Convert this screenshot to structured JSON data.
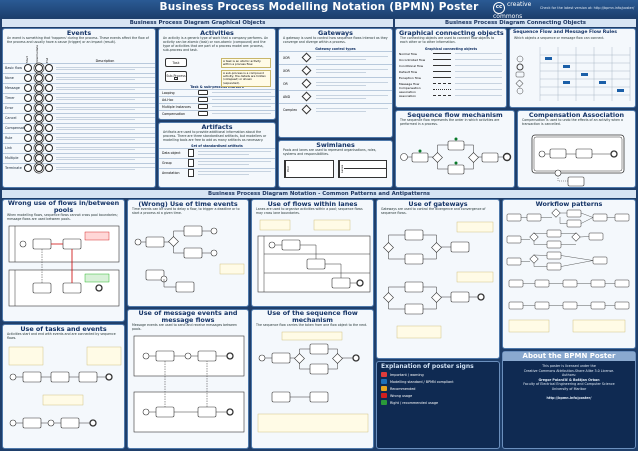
{
  "header": {
    "title": "Business Process Modelling Notation (BPMN) Poster",
    "logo_text": "creative commons",
    "tagline": "Check for the latest version at: http://bpmn.info/poster/"
  },
  "sections": {
    "graphical_objects": "Business Process Diagram Graphical Objects",
    "connecting_objects": "Business Process Diagram Connecting Objects",
    "patterns": "Business Process Diagram Notation - Common Patterns and Antipatterns"
  },
  "events": {
    "title": "Events",
    "desc": "An event is something that 'happens' during the process. These events affect the flow of the process and usually have a cause (trigger) or an impact (result).",
    "columns": [
      "Start",
      "Intermediate",
      "End"
    ],
    "col_header": "Description",
    "rows": [
      {
        "name": "Basic flow"
      },
      {
        "name": "None"
      },
      {
        "name": "Message"
      },
      {
        "name": "Timer"
      },
      {
        "name": "Error"
      },
      {
        "name": "Cancel"
      },
      {
        "name": "Compensation"
      },
      {
        "name": "Rule"
      },
      {
        "name": "Link"
      },
      {
        "name": "Multiple"
      },
      {
        "name": "Terminate"
      }
    ]
  },
  "activities": {
    "title": "Activities",
    "desc": "An activity is a generic type of work that a company performs. An activity can be atomic (task) or non-atomic (compound) and the type of activities that are part of a process model are: process, sub-process and task.",
    "task_label": "Task",
    "subprocess_label": "Sub-Process",
    "note1": "A task is an atomic activity within a process flow.",
    "note2": "A sub-process is a compound activity; the details are hidden (collapsed) or shown (expanded).",
    "markers_title": "Task & sub-process markers",
    "markers": [
      "Looping",
      "Ad-Hoc",
      "Multiple Instances",
      "Compensation"
    ]
  },
  "gateways": {
    "title": "Gateways",
    "desc": "A gateway is used to control how sequence flows interact as they converge and diverge within a process.",
    "types_title": "Gateway control types",
    "types": [
      "XOR",
      "XOR",
      "OR",
      "AND",
      "Complex"
    ]
  },
  "artifacts": {
    "title": "Artifacts",
    "desc": "Artifacts are used to provide additional information about the process. There are three standardised artifacts, but modellers or modelling tools are free to add as many artifacts as necessary.",
    "items_title": "Set of standardised artifacts",
    "items": [
      "Data object",
      "Group",
      "Annotation"
    ]
  },
  "swimlanes": {
    "title": "Swimlanes",
    "desc": "Pools and lanes are used to represent organisations, roles, systems and responsibilities.",
    "items": [
      "Pool",
      "Lanes"
    ]
  },
  "connecting": {
    "title": "Graphical connecting objects",
    "desc": "The connecting objects are used to connect flow objects to each other or to other information.",
    "legend_title": "Graphical connecting objects",
    "items": [
      "Normal flow",
      "Uncontrolled flow",
      "Conditional flow",
      "Default flow",
      "Exception flow",
      "Message flow",
      "Compensation association",
      "Association"
    ]
  },
  "seq_msg_rules": {
    "title": "Sequence Flow and Message Flow Rules",
    "desc": "Which objects a sequence or message flow can connect."
  },
  "seq_mechanism": {
    "title": "Sequence flow mechanism",
    "desc": "The sequence flow represents the order in which activities are performed in a process."
  },
  "compensation": {
    "title": "Compensation Association",
    "desc": "Compensation is used to undo the effects of an activity when a transaction is cancelled."
  },
  "patterns": {
    "wrong_pools": {
      "title": "Wrong use of flows in/between pools",
      "desc": "When modelling flows, sequence flows cannot cross pool boundaries; message flows are used between pools."
    },
    "wrong_time": {
      "title": "(Wrong) Use of time events",
      "desc": "Time events can be used to delay a flow, to trigger a deadline or to start a process at a given time."
    },
    "within_lanes": {
      "title": "Use of flows within lanes",
      "desc": "Lanes are used to organise activities within a pool; sequence flows may cross lane boundaries."
    },
    "gateways_use": {
      "title": "Use of gateways",
      "desc": "Gateways are used to control the divergence and convergence of sequence flows."
    },
    "workflow": {
      "title": "Workflow patterns"
    },
    "tasks_events": {
      "title": "Use of tasks and events",
      "desc": "Activities start and end with events and are connected by sequence flows."
    },
    "msg_events": {
      "title": "Use of message events and message flows",
      "desc": "Message events are used to send and receive messages between pools."
    },
    "seq_use": {
      "title": "Use of the sequence flow mechanism",
      "desc": "The sequence flow carries the token from one flow object to the next."
    }
  },
  "legend": {
    "title": "Explanation of poster signs",
    "items": [
      {
        "label": "Important / warning"
      },
      {
        "label": "Modelling standard / BPMN compliant"
      },
      {
        "label": "Recommended"
      },
      {
        "label": "Wrong usage"
      },
      {
        "label": "Right / recommended usage"
      }
    ]
  },
  "about": {
    "title": "About the BPMN Poster",
    "lines": [
      "This poster is licensed under the",
      "Creative Commons Attribution-Share Alike 3.0 License.",
      "Authors:",
      "Gregor Polančič & Boštjan Orban",
      "Faculty of Electrical Engineering and Computer Science",
      "University of Maribor",
      "http://bpmn.info/poster/"
    ]
  }
}
